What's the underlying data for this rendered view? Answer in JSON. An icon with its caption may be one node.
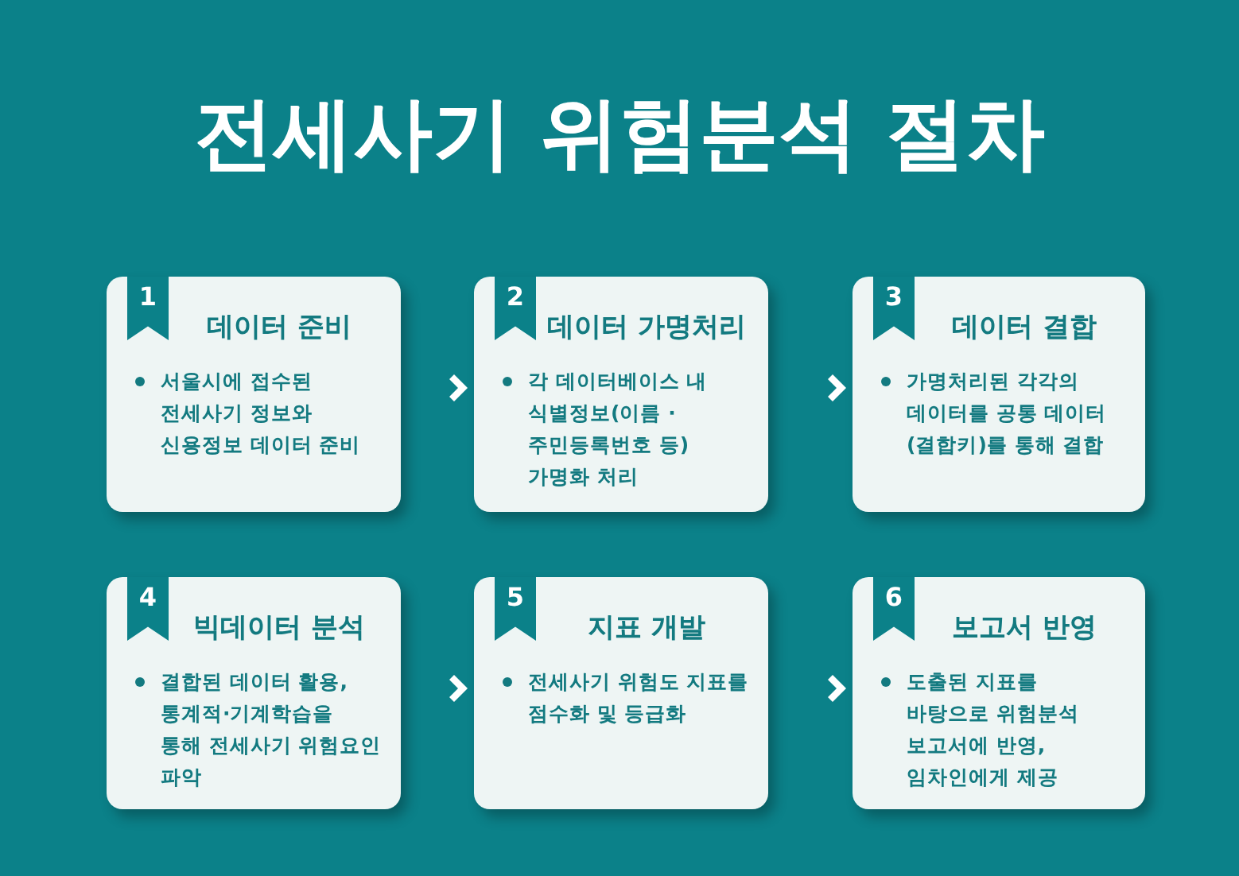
{
  "diagram": {
    "title": "전세사기 위험분석 절차",
    "nodes": [
      {
        "text": [
          "1",
          "데이터 준비",
          "서울시에 접수된 전세사기 정보와 신용정보 데이터 준비"
        ]
      },
      {
        "text": [
          "2",
          "데이터 가명처리",
          "각 데이터베이스 내 식별정보(이름 · 주민등록번호 등) 가명화 처리"
        ]
      },
      {
        "text": [
          "3",
          "데이터 결합",
          "가명처리된 각각의 데이터를 공통 데이터(결합키)를 통해 결합"
        ]
      },
      {
        "text": [
          "4",
          "빅데이터 분석",
          "결합된 데이터 활용, 통계적·기계학습을 통해 전세사기 위험요인 파악"
        ]
      },
      {
        "text": [
          "5",
          "지표 개발",
          "전세사기 위험도 지표를 점수화 및 등급화"
        ]
      },
      {
        "text": [
          "6",
          "보고서 반영",
          "도출된 지표를 바탕으로 위험분석 보고서에 반영, 임차인에게 제공"
        ]
      }
    ],
    "edges": [
      {
        "from": 0,
        "to": 1,
        "arrow": "to"
      },
      {
        "from": 1,
        "to": 2,
        "arrow": "to"
      },
      {
        "from": 3,
        "to": 4,
        "arrow": "to"
      },
      {
        "from": 4,
        "to": 5,
        "arrow": "to"
      }
    ]
  }
}
